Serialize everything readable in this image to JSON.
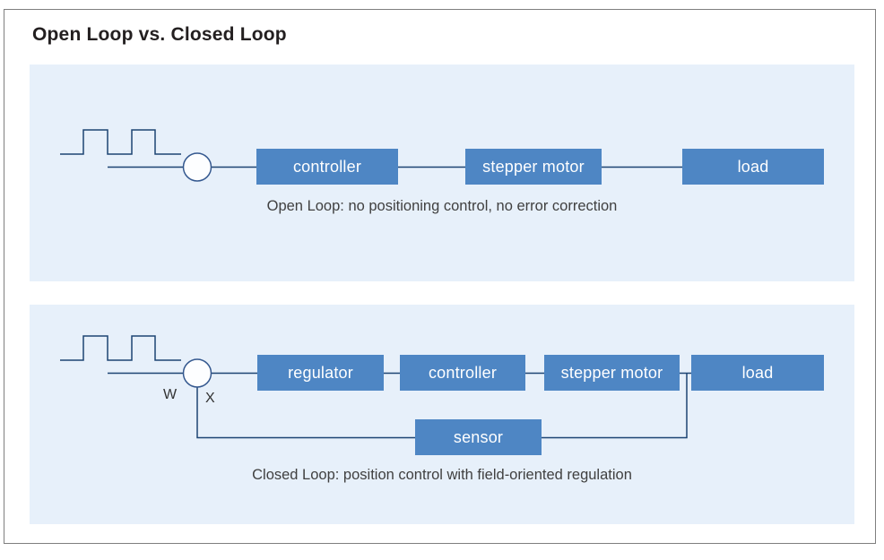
{
  "header": {
    "title": "Open Loop vs. Closed Loop"
  },
  "colors": {
    "panel_bg": "#e7f0fa",
    "block_fill": "#4e86c4",
    "block_text": "#ffffff",
    "line": "#1d4473",
    "junction_fill": "#fdfeff",
    "title_text": "#231f20",
    "caption_text": "#404040",
    "page_border": "#7f7f7f"
  },
  "open_loop": {
    "blocks": [
      {
        "label": "controller"
      },
      {
        "label": "stepper motor"
      },
      {
        "label": "load"
      }
    ],
    "caption": "Open Loop: no positioning control, no error correction"
  },
  "closed_loop": {
    "blocks": [
      {
        "label": "regulator"
      },
      {
        "label": "controller"
      },
      {
        "label": "stepper motor"
      },
      {
        "label": "load"
      }
    ],
    "sensor_label": "sensor",
    "setpoint_label": "W",
    "actual_value_label": "X",
    "caption": "Closed Loop: position control with field-oriented regulation"
  }
}
